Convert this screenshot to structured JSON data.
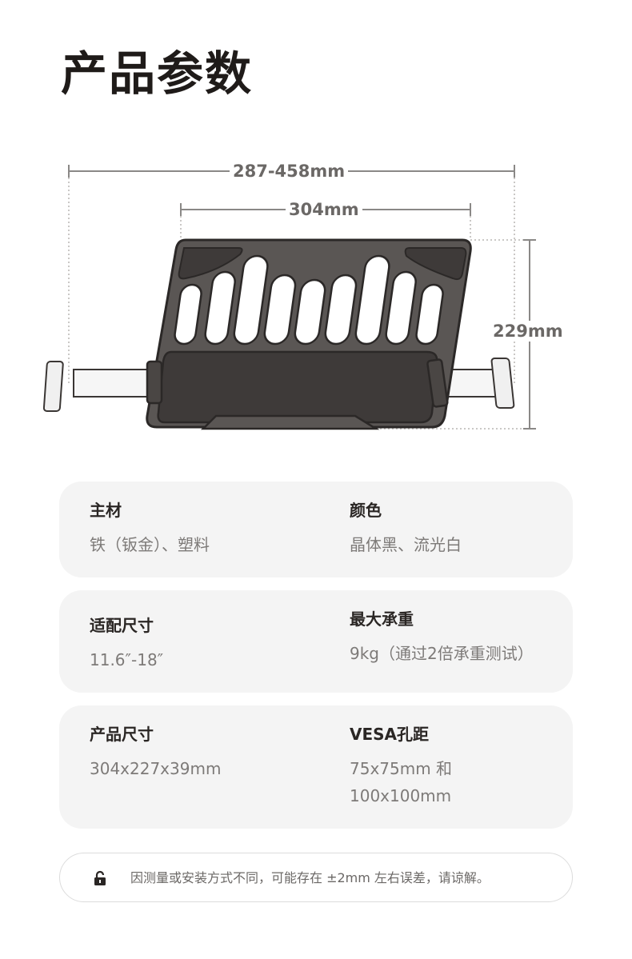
{
  "header": {
    "title": "产品参数"
  },
  "diagram": {
    "width_label": "287-458mm",
    "plate_width_label": "304mm",
    "height_label": "229mm"
  },
  "specs": [
    {
      "label": "主材",
      "value": "铁（钣金）、塑料"
    },
    {
      "label": "颜色",
      "value": "晶体黑、流光白"
    },
    {
      "label": "适配尺寸",
      "value": "11.6″-18″"
    },
    {
      "label": "最大承重",
      "value": "9kg（通过2倍承重测试）"
    },
    {
      "label": "产品尺寸",
      "value": "304x227x39mm"
    },
    {
      "label": "VESA孔距",
      "value_line1": "75x75mm 和",
      "value_line2": "100x100mm"
    }
  ],
  "notice": {
    "icon": "lock-icon",
    "text": "因测量或安装方式不同，可能存在 ±2mm 左右误差，请谅解。"
  },
  "colors": {
    "plate": "#5a5654",
    "pad": "#3e3a39",
    "outline": "#2b2827",
    "card_bg": "#f4f4f4",
    "dim_line": "#8a8886"
  }
}
